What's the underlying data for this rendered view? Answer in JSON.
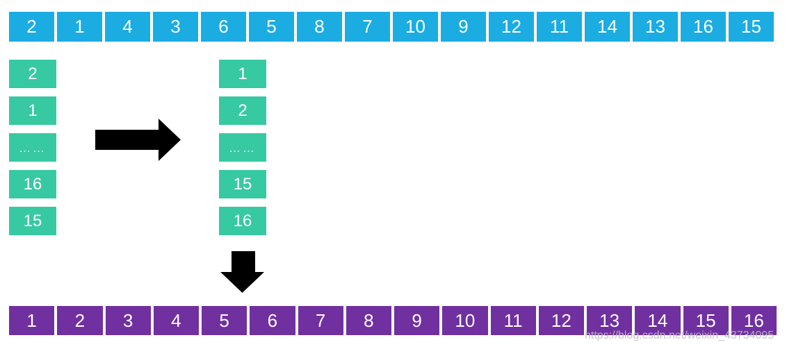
{
  "diagram": {
    "top_row": {
      "color": "#1BACE2",
      "values": [
        "2",
        "1",
        "4",
        "3",
        "6",
        "5",
        "8",
        "7",
        "10",
        "9",
        "12",
        "11",
        "14",
        "13",
        "16",
        "15"
      ]
    },
    "left_column": {
      "color": "#37C9A2",
      "values": [
        "2",
        "1",
        "……",
        "16",
        "15"
      ]
    },
    "right_column": {
      "color": "#37C9A2",
      "values": [
        "1",
        "2",
        "……",
        "15",
        "16"
      ]
    },
    "bottom_row": {
      "color": "#7030A0",
      "values": [
        "1",
        "2",
        "3",
        "4",
        "5",
        "6",
        "7",
        "8",
        "9",
        "10",
        "11",
        "12",
        "13",
        "14",
        "15",
        "16"
      ]
    },
    "arrow_color": "#000000",
    "cell_text_color": "#FFFFFF"
  },
  "watermark": {
    "text": "https://blog.csdn.net/weixin_43734095"
  }
}
